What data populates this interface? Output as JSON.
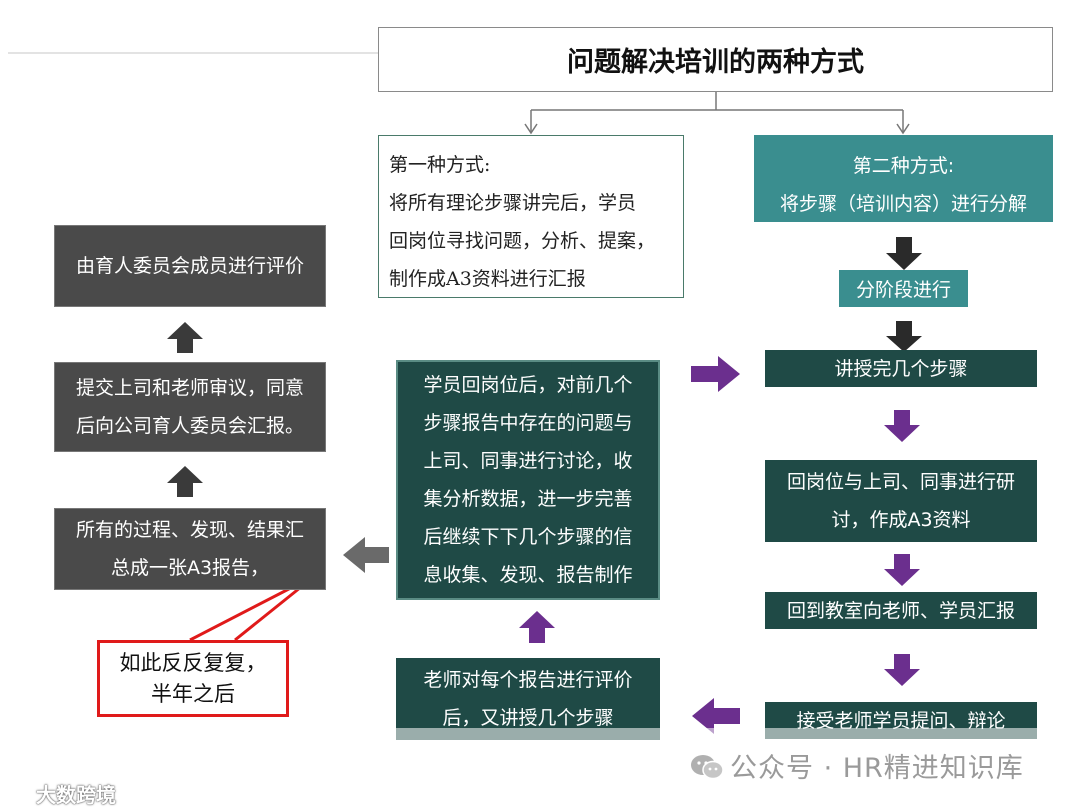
{
  "title": "问题解决培训的两种方式",
  "method1": {
    "lines": [
      "第一种方式:",
      "将所有理论步骤讲完后，学员",
      "回岗位寻找问题，分析、提案，",
      "制作成A3资料进行汇报"
    ]
  },
  "method2": {
    "lines": [
      "第二种方式:",
      "将步骤（培训内容）进行分解"
    ]
  },
  "right_flow": {
    "stage": "分阶段进行",
    "teach": "讲授完几个步骤",
    "discuss": [
      "回岗位与上司、同事进行研",
      "讨，作成A3资料"
    ],
    "report": "回到教室向老师、学员汇报",
    "qa": "接受老师学员提问、辩论"
  },
  "middle_flow": {
    "teacher_eval": [
      "老师对每个报告进行评价",
      "后，又讲授几个步骤"
    ],
    "student_return": [
      "学员回岗位后，对前几个",
      "步骤报告中存在的问题与",
      "上司、同事进行讨论，收",
      "集分析数据，进一步完善",
      "后继续下下几个步骤的信",
      "息收集、发现、报告制作"
    ]
  },
  "left_flow": {
    "summary": [
      "所有的过程、发现、结果汇",
      "总成一张A3报告，"
    ],
    "submit": [
      "提交上司和老师审议，同意",
      "后向公司育人委员会汇报。"
    ],
    "committee": "由育人委员会成员进行评价"
  },
  "callout": [
    "如此反反复复，",
    "半年之后"
  ],
  "watermark": "公众号 · HR精进知识库",
  "watermark2": "大数跨境",
  "colors": {
    "teal": "#3a8e8f",
    "dark_green": "#1f4a46",
    "grey_box": "#4a4a4a",
    "purple_arrow": "#6b2f8e",
    "callout_red": "#e01a1a"
  }
}
